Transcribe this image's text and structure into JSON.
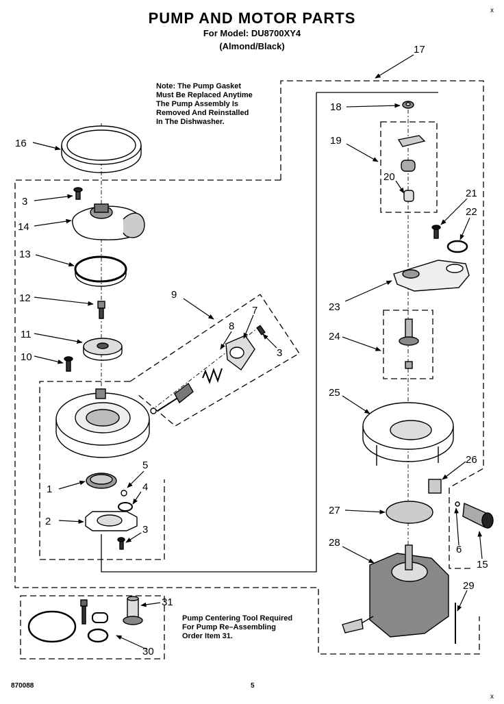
{
  "header": {
    "title": "PUMP AND MOTOR PARTS",
    "model": "For Model: DU8700XY4",
    "color": "(Almond/Black)"
  },
  "notes": {
    "gasket": [
      "Note: The Pump Gasket",
      "Must Be Replaced Anytime",
      "The Pump Assembly Is",
      "Removed And Reinstalled",
      "In The Dishwasher."
    ],
    "tool": [
      "Pump Centering Tool Required",
      "For Pump Re–Assembling",
      "Order Item 31."
    ]
  },
  "footer": {
    "doc_number": "870088",
    "page": "5"
  },
  "corner_marks": {
    "top": "x",
    "bottom": "x"
  },
  "callouts": [
    "1",
    "2",
    "3",
    "4",
    "5",
    "6",
    "7",
    "8",
    "9",
    "10",
    "11",
    "12",
    "13",
    "14",
    "15",
    "16",
    "17",
    "18",
    "19",
    "20",
    "21",
    "22",
    "23",
    "24",
    "25",
    "26",
    "27",
    "28",
    "29",
    "30",
    "31"
  ],
  "left_callouts": {
    "c16": "16",
    "c3a": "3",
    "c14": "14",
    "c13": "13",
    "c12": "12",
    "c11": "11",
    "c10": "10",
    "c9": "9",
    "c8": "8",
    "c7": "7",
    "c3b": "3",
    "c5": "5",
    "c1": "1",
    "c4": "4",
    "c2": "2",
    "c3c": "3"
  },
  "right_callouts": {
    "c17": "17",
    "c18": "18",
    "c19": "19",
    "c20": "20",
    "c21": "21",
    "c22": "22",
    "c23": "23",
    "c24": "24",
    "c25": "25",
    "c26": "26",
    "c27": "27",
    "c6": "6",
    "c15": "15",
    "c28": "28",
    "c29": "29",
    "c31": "31",
    "c30": "30"
  }
}
